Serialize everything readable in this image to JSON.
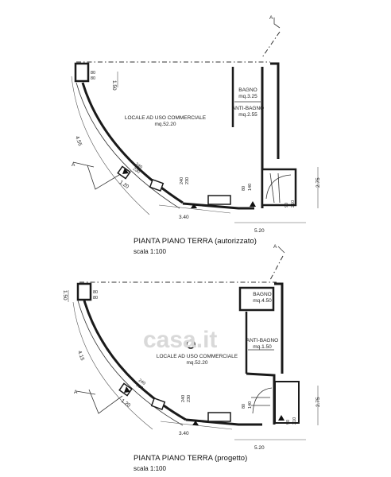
{
  "plan_top": {
    "title": "PIANTA PIANO TERRA (autorizzato)",
    "scale": "scala 1:100",
    "rooms": {
      "main_name": "LOCALE AD USO COMMERCIALE",
      "main_area": "mq.52.20",
      "bath_name": "BAGNO",
      "bath_area": "mq.3.25",
      "antibath_name": "ANTI-BAGNO",
      "antibath_area": "mq.2.55"
    },
    "dims": {
      "d150": "1.50",
      "d455": "4.55",
      "d120": "1.20",
      "d340": "3.40",
      "d520": "5.20",
      "d275": "2.75",
      "w80a": "80",
      "w80b": "80",
      "w240": "240",
      "w230": "230",
      "w240b": "240",
      "w230b": "230",
      "w80c": "80",
      "w140": "140",
      "w90": "90",
      "w210": "210"
    },
    "section_mark": "A"
  },
  "plan_bottom": {
    "title": "PIANTA PIANO TERRA (progetto)",
    "scale": "scala 1:100",
    "rooms": {
      "main_name": "LOCALE AD USO COMMERCIALE",
      "main_area": "mq.52.20",
      "bath_name": "BAGNO",
      "bath_area": "mq.4.50",
      "antibath_name": "ANTI-BAGNO",
      "antibath_area": "mq.1.50"
    },
    "dims": {
      "d150": "1.50",
      "d415": "4.15",
      "d120": "1.20",
      "d340": "3.40",
      "d520": "5.20",
      "d275": "2.75",
      "w80a": "80",
      "w80b": "80",
      "w240": "240",
      "w230": "230",
      "w240b": "240",
      "w230b": "230",
      "w80c": "80",
      "w140": "140",
      "w90": "90",
      "w210": "210"
    },
    "section_mark": "A"
  },
  "watermark": "casa.it"
}
